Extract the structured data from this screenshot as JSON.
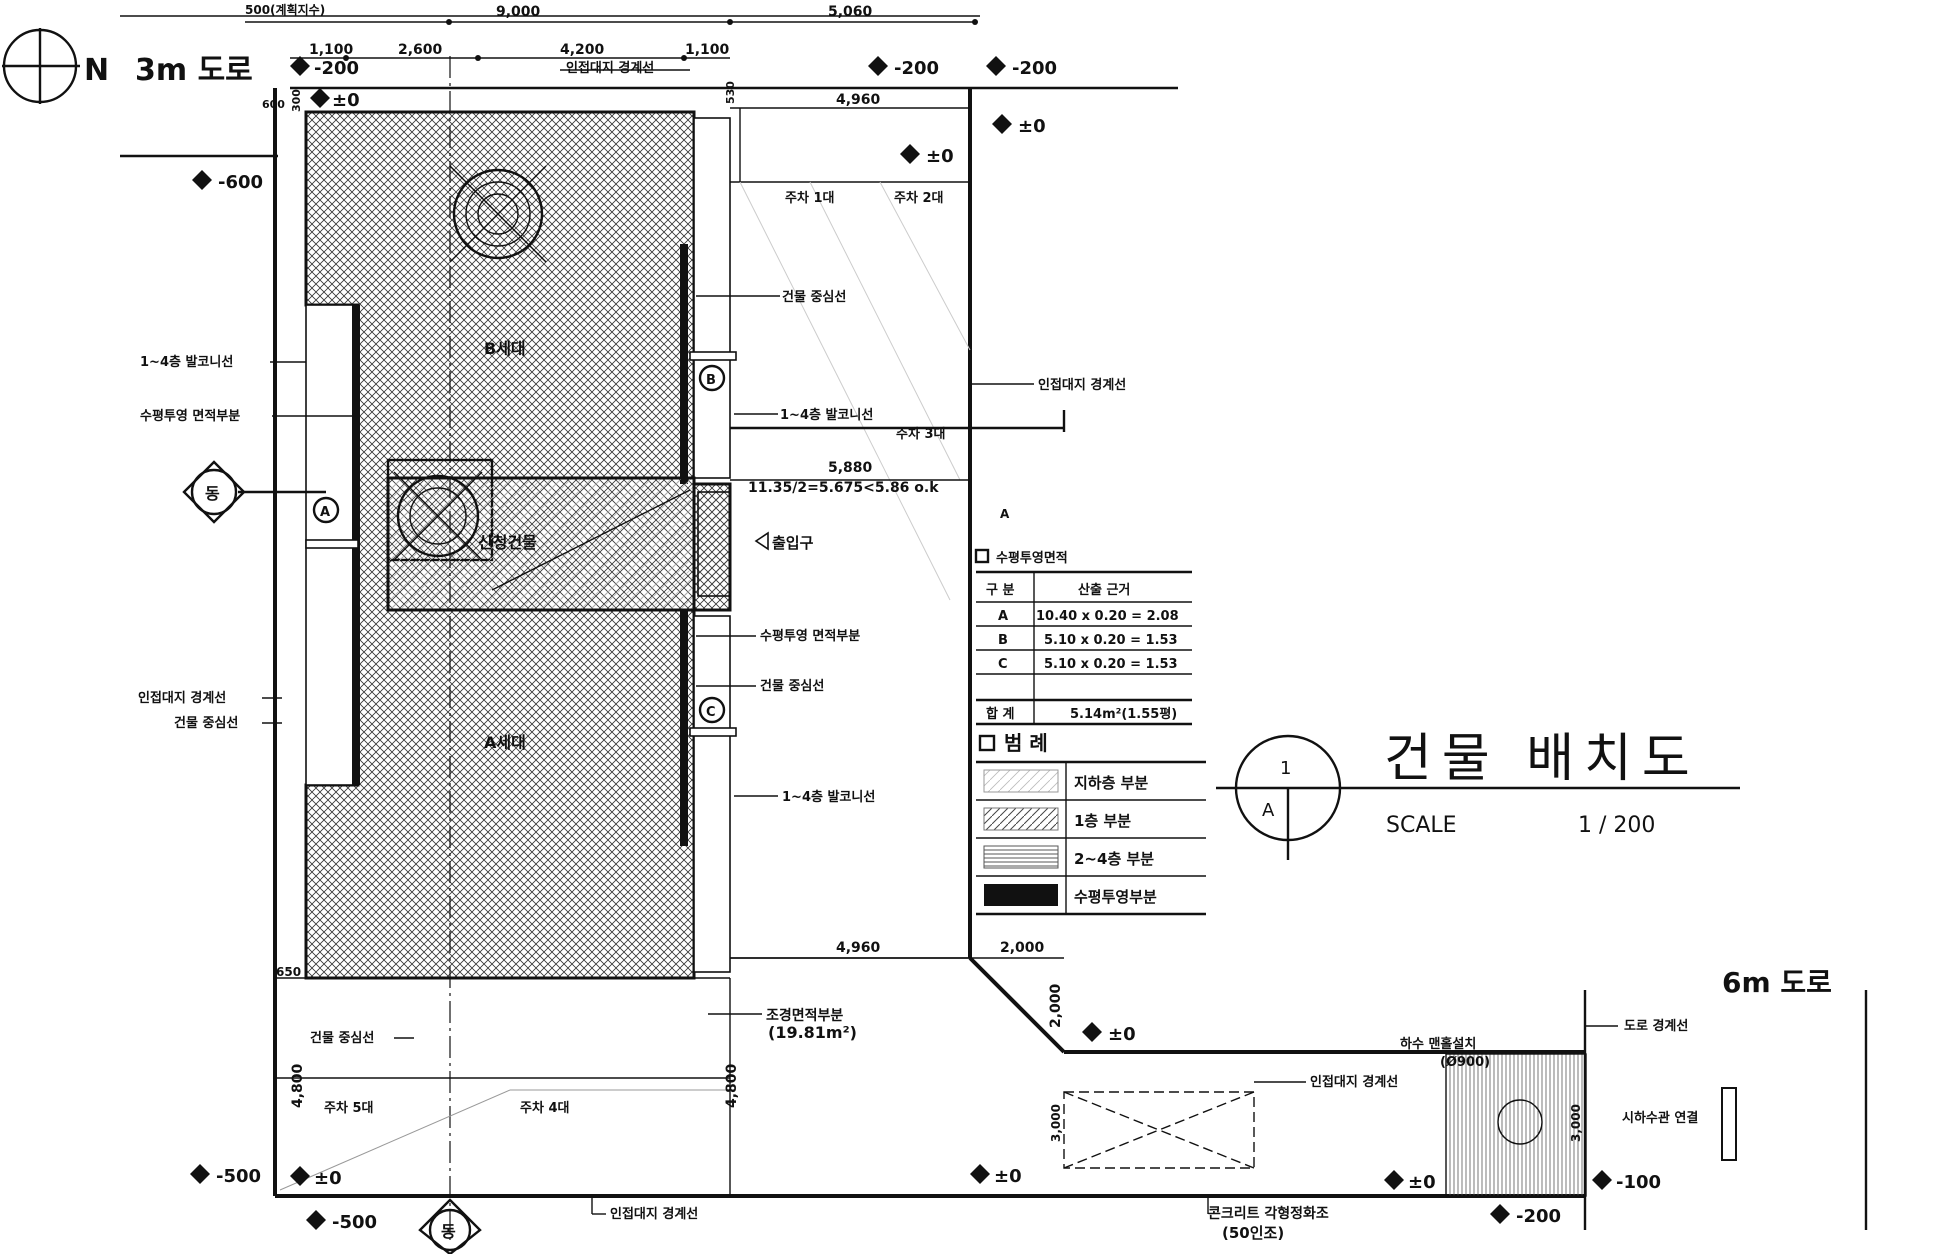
{
  "road_north": "3m 도로",
  "road_east": "6m 도로",
  "plan_title": "건물 배치도",
  "scale_label": "SCALE",
  "scale_value": "1 / 200",
  "section_marker": {
    "top": "1",
    "bottom": "A"
  },
  "dims_top": [
    "9,000",
    "5,060",
    "1,100",
    "2,600",
    "4,200",
    "1,100"
  ],
  "dims_site": [
    "4,960",
    "4,960",
    "5,880",
    "2,000",
    "2,000",
    "600",
    "650",
    "4,800",
    "4,800",
    "3,000",
    "3,000",
    "530",
    "300"
  ],
  "dim_top_left": "500(계획지수)",
  "check_note": "11.35/2=5.675<5.86 o.k",
  "levels": [
    "-200",
    "-200",
    "-200",
    "±0",
    "±0",
    "±0",
    "-600",
    "±0",
    "±0",
    "±0",
    "±0",
    "-500",
    "-500",
    "-100",
    "-200"
  ],
  "labels": {
    "boundary_top": "인접대지 경계선",
    "boundary_right": "인접대지 경계선",
    "boundary_left": "인접대지 경계선",
    "boundary_bottom": "인접대지 경계선",
    "boundary_bottom_right": "인접대지 경계선",
    "balcony_left": "1~4층 발코니선",
    "balcony_right_top": "1~4층 발코니선",
    "balcony_right_bottom": "1~4층 발코니선",
    "projection_left": "수평투영 면적부분",
    "projection_right": "수평투영 면적부분",
    "center_right_top": "건물 중심선",
    "center_right_mid": "건물 중심선",
    "center_left": "건물 중심선",
    "center_bottom": "건물 중심선",
    "unit_b": "B세대",
    "unit_a": "A세대",
    "new_building": "신청건물",
    "entrance": "출입구",
    "parking_1": "주차 1대",
    "parking_2": "주차 2대",
    "parking_3": "주차 3대",
    "parking_4": "주차 4대",
    "parking_5": "주차 5대",
    "landscape": "조경면적부분",
    "landscape_area": "(19.81m²)",
    "road_boundary": "도로 경계선",
    "sewer": "하수 맨홀설치",
    "sewer_size": "(Ø900)",
    "sewer_pipe": "시하수관 연결",
    "septic": "콘크리트 각형정화조",
    "septic_cap": "(50인조)",
    "tag_a": "A",
    "tag_b": "B",
    "tag_c": "C",
    "tag_a2": "A",
    "north_mark": "N",
    "east_marker": "동",
    "south_marker": "동"
  },
  "area_table": {
    "title": "수평투영면적",
    "headers": [
      "구 분",
      "산출 근거"
    ],
    "rows": [
      [
        "A",
        "10.40 x 0.20 = 2.08"
      ],
      [
        "B",
        "5.10 x 0.20 = 1.53"
      ],
      [
        "C",
        "5.10 x 0.20 = 1.53"
      ]
    ],
    "total_label": "합 계",
    "total_value": "5.14m²(1.55평)"
  },
  "legend": {
    "title": "범 례",
    "items": [
      "지하층 부분",
      "1층 부분",
      "2~4층 부분",
      "수평투영부분"
    ]
  }
}
